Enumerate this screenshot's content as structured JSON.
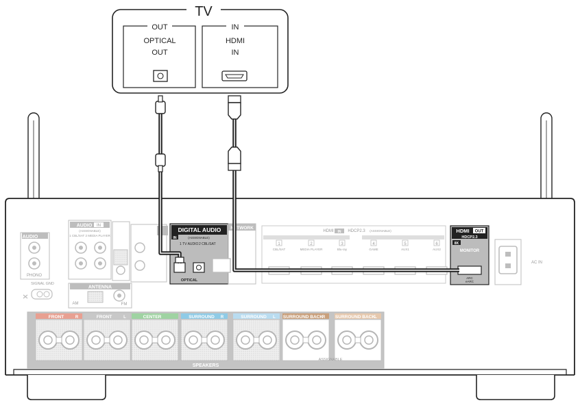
{
  "tv": {
    "title": "TV",
    "out_group": "OUT",
    "in_group": "IN",
    "optical_line1": "OPTICAL",
    "optical_line2": "OUT",
    "hdmi_line1": "HDMI",
    "hdmi_line2": "IN"
  },
  "receiver": {
    "audio_in": "AUDIO",
    "audio_in_badge": "IN",
    "assignable": "(ASSIGNABLE)",
    "audio_sources": "1 CBL/SAT  2 MEDIA PLAYER",
    "phono": "PHONO",
    "signal_gnd": "SIGNAL GND",
    "antenna": "ANTENNA",
    "am": "AM",
    "fm": "FM",
    "digital_audio": "DIGITAL AUDIO",
    "digital_in_badge": "IN",
    "digital_assignable": "(ASSIGNABLE)",
    "digital_port1": "1  TV AUDIO",
    "digital_port2": "2 CBL/SAT",
    "optical": "OPTICAL",
    "network": "NETWORK",
    "hdmi_header": "HDMI",
    "hdmi_in_badge": "IN",
    "hdcp": "HDCP2.3",
    "hdmi_assignable": "(ASSIGNABLE)",
    "hdmi_inputs": [
      {
        "num": "1",
        "label": "CBL/SAT"
      },
      {
        "num": "2",
        "label": "MEDIA PLAYER"
      },
      {
        "num": "3",
        "label": "Blu-ray"
      },
      {
        "num": "4",
        "label": "GAME"
      },
      {
        "num": "5",
        "label": "AUX1"
      },
      {
        "num": "6",
        "label": "AUX2"
      }
    ],
    "hdmi_out": "HDMI",
    "hdmi_out_badge": "OUT",
    "hdmi_out_hdcp": "HDCP2.3",
    "badge_8k": "8K",
    "monitor": "MONITOR",
    "arc": "ARC",
    "earc": "eARC",
    "ac_in": "AC IN",
    "speakers": "SPEAKERS",
    "speaker_groups": [
      {
        "label": "FRONT",
        "side": "R",
        "color": "#e8a091"
      },
      {
        "label": "FRONT",
        "side": "L",
        "color": "#c8c8c8"
      },
      {
        "label": "CENTER",
        "side": "",
        "color": "#9fd3a2"
      },
      {
        "label": "SURROUND",
        "side": "R",
        "color": "#8fcbe6"
      },
      {
        "label": "SURROUND",
        "side": "L",
        "color": "#b9dcf0"
      },
      {
        "label": "SURROUND BACK",
        "side": "R",
        "color": "#c9a07c"
      },
      {
        "label": "SURROUND BACK",
        "side": "L",
        "color": "#e6c8ad"
      }
    ],
    "sb_assignable": "ASSIGNABLE"
  }
}
